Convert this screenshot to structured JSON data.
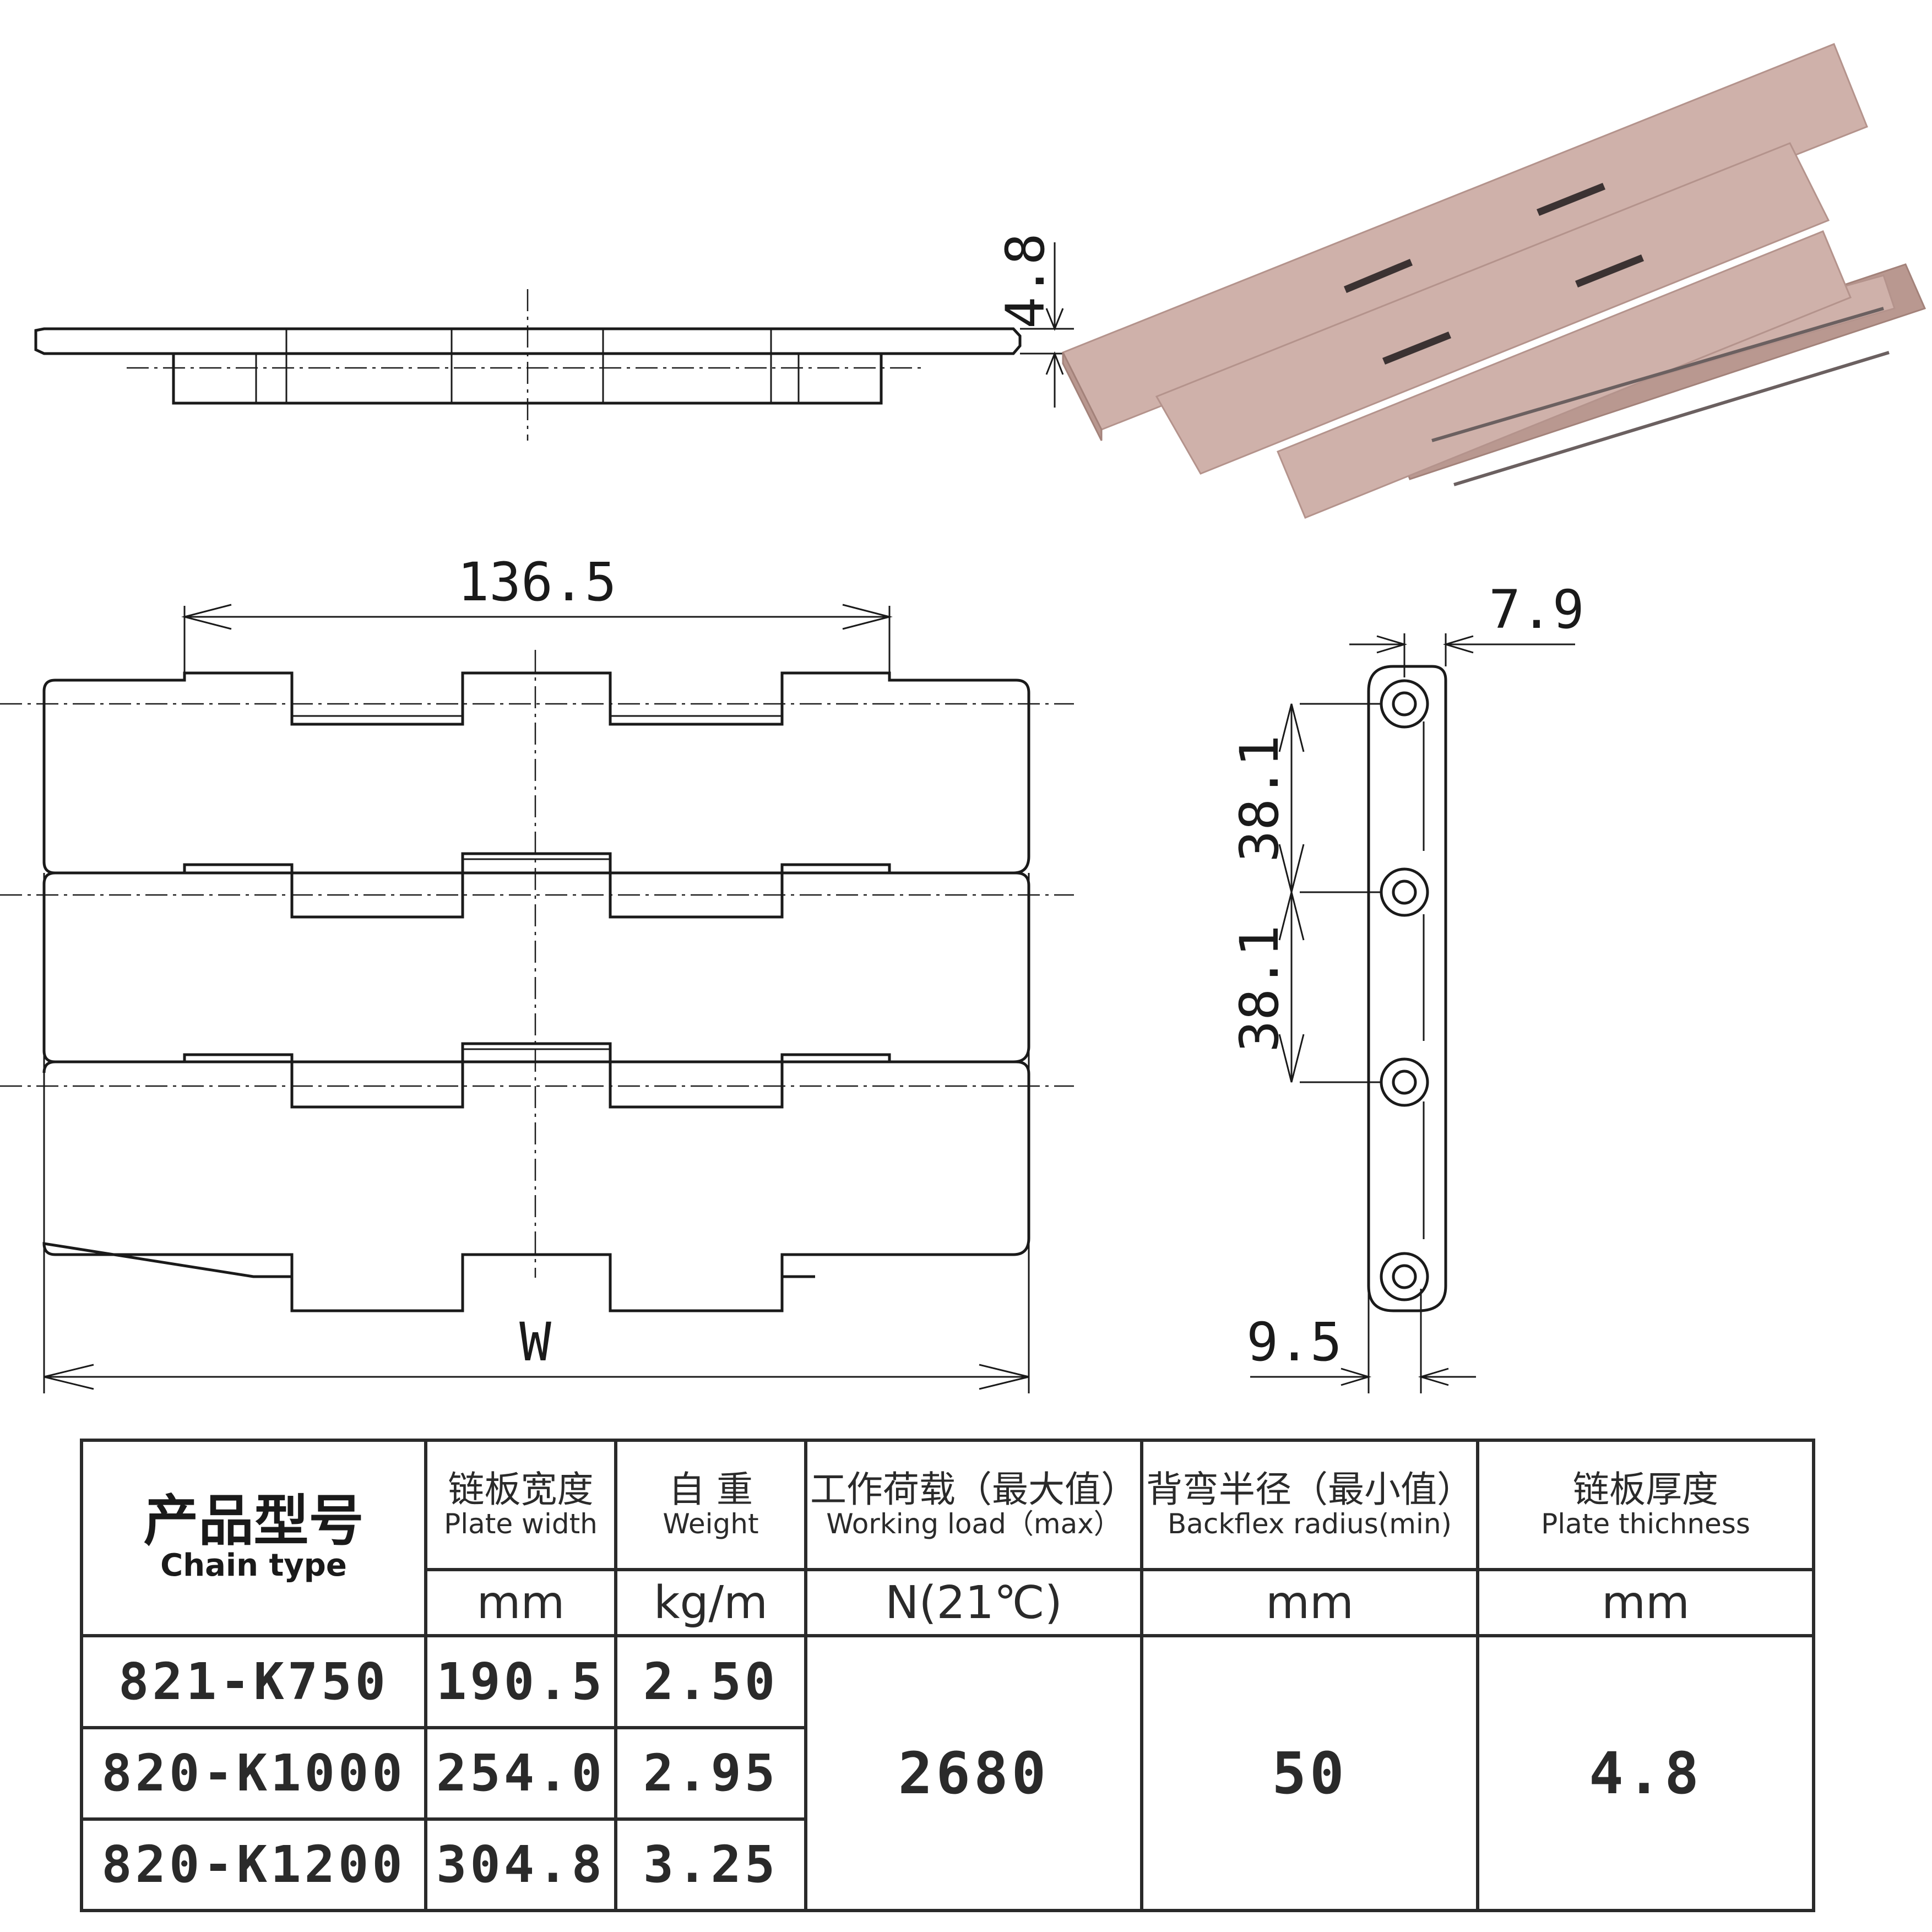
{
  "dimensions": {
    "thickness": "4.8",
    "pitch_span": "136.5",
    "side_width": "7.9",
    "pitch_upper": "38.1",
    "pitch_lower": "38.1",
    "width_label": "W",
    "bottom_offset": "9.5"
  },
  "colors": {
    "plate": "#cfb1aa",
    "line": "#1a1a1a"
  },
  "table": {
    "headers": {
      "chain_type_cn": "产品型号",
      "chain_type_en": "Chain type",
      "plate_width_cn": "链板宽度",
      "plate_width_en": "Plate width",
      "weight_cn": "自 重",
      "weight_en": "Weight",
      "working_load_cn": "工作荷载（最大值）",
      "working_load_en": "Working load（max）",
      "backflex_cn": "背弯半径（最小值）",
      "backflex_en": "Backflex radius(min)",
      "plate_thickness_cn": "链板厚度",
      "plate_thickness_en": "Plate thichness"
    },
    "units": {
      "plate_width": "mm",
      "weight": "kg/m",
      "working_load": "N(21℃)",
      "backflex": "mm",
      "plate_thickness": "mm"
    },
    "rows": [
      {
        "chain_type": "821-K750",
        "plate_width": "190.5",
        "weight": "2.50"
      },
      {
        "chain_type": "820-K1000",
        "plate_width": "254.0",
        "weight": "2.95"
      },
      {
        "chain_type": "820-K1200",
        "plate_width": "304.8",
        "weight": "3.25"
      }
    ],
    "shared": {
      "working_load": "2680",
      "backflex": "50",
      "plate_thickness": "4.8"
    }
  }
}
